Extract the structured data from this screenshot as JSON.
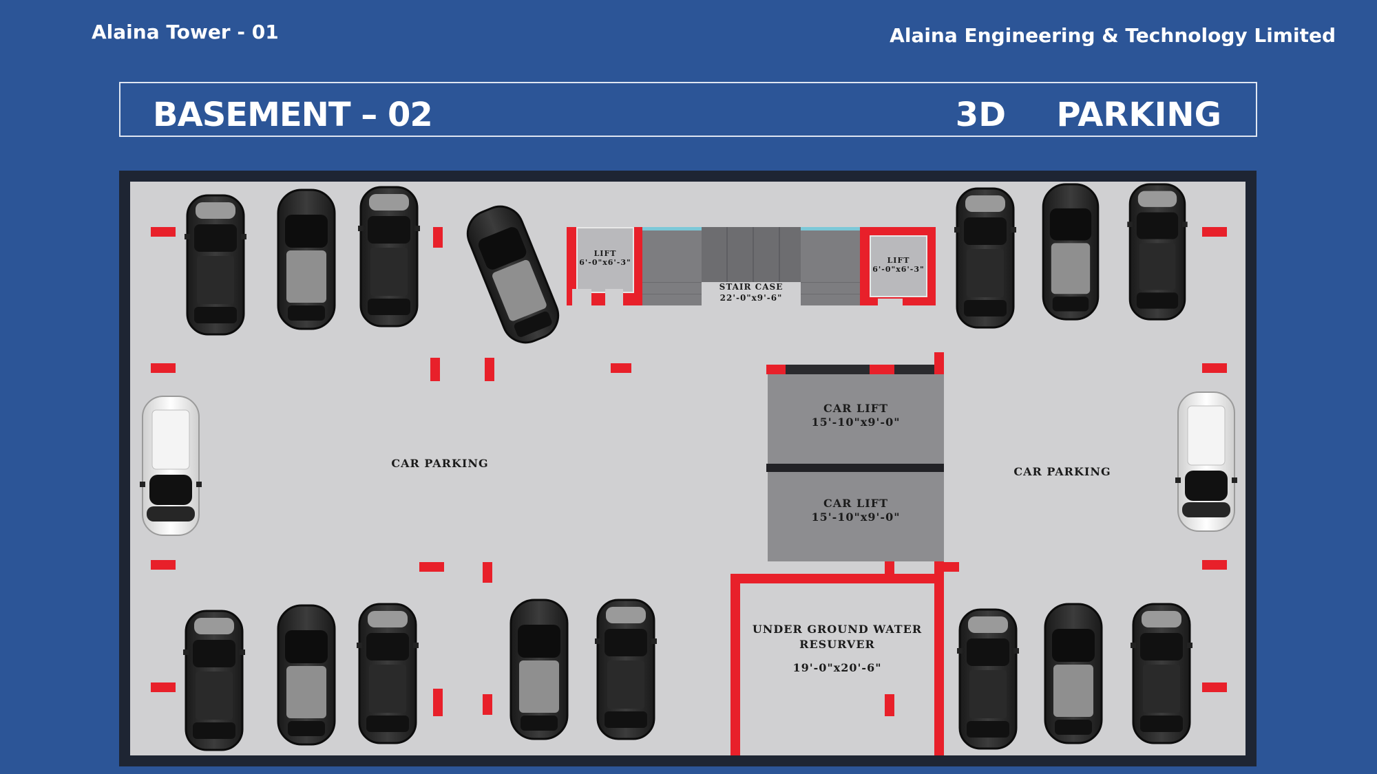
{
  "header": {
    "project": "Alaina Tower - 01",
    "company": "Alaina Engineering & Technology Limited"
  },
  "title": {
    "level": "BASEMENT – 02",
    "view_a": "3D",
    "view_b": "PARKING"
  },
  "plan": {
    "lift_left": {
      "name": "LIFT",
      "size": "6'-0\"x6'-3\""
    },
    "lift_right": {
      "name": "LIFT",
      "size": "6'-0\"x6'-3\""
    },
    "stair": {
      "name": "STAIR CASE",
      "size": "22'-0\"x9'-6\""
    },
    "car_lift_1": {
      "name": "CAR LIFT",
      "size": "15'-10\"x9'-0\""
    },
    "car_lift_2": {
      "name": "CAR LIFT",
      "size": "15'-10\"x9'-0\""
    },
    "water_reservoir": {
      "name": "UNDER GROUND WATER RESURVER",
      "size": "19'-0\"x20'-6\""
    },
    "parking_left": "CAR PARKING",
    "parking_right": "CAR PARKING"
  },
  "colors": {
    "background": "#2c5597",
    "plan_floor": "#d0d0d2",
    "marker_red": "#e8202a"
  }
}
